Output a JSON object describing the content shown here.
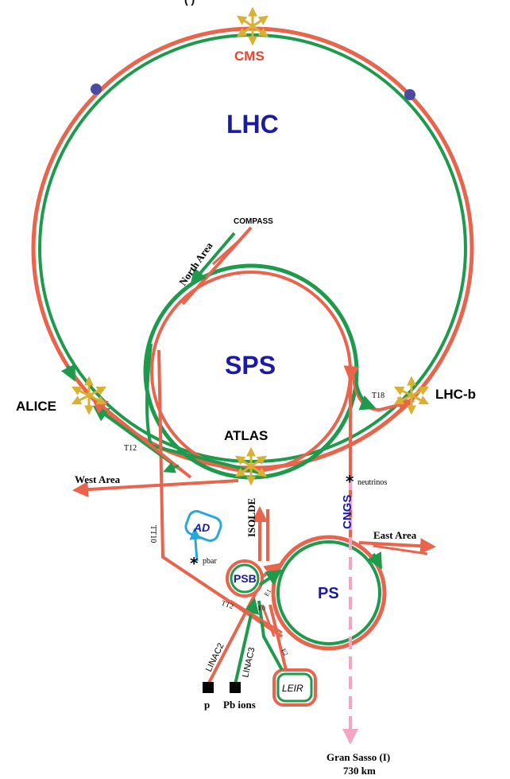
{
  "title_partial": "(                         )",
  "accelerators": {
    "lhc": "LHC",
    "sps": "SPS",
    "ps": "PS",
    "psb": "PSB",
    "ad": "AD",
    "leir": "LEIR"
  },
  "experiments": {
    "cms": "CMS",
    "alice": "ALICE",
    "atlas": "ATLAS",
    "lhcb": "LHC-b"
  },
  "areas": {
    "compass": "COMPASS",
    "north_area": "North Area",
    "west_area": "West Area",
    "east_area": "East Area",
    "isolde": "ISOLDE",
    "cngs": "CNGS",
    "neutrinos": "neutrinos",
    "pbar": "pbar"
  },
  "transfer_lines": {
    "t18": "T18",
    "t12": "T12",
    "tt10": "TT10",
    "tt2": "TT2",
    "e0": "E0",
    "e1": "E1",
    "e2": "E2",
    "linac2": "LINAC2",
    "linac3": "LINAC3"
  },
  "sources": {
    "p": "p",
    "pb": "Pb ions"
  },
  "destination": {
    "name": "Gran Sasso (I)",
    "distance": "730 km"
  },
  "colors": {
    "proton": "#e8644c",
    "ion": "#1d9a4c",
    "pbar": "#2aa6dc",
    "neutrino": "#f2a6c4",
    "interaction": "#d8b032",
    "label_blue": "#1a1aa6",
    "cms_red": "#e8442a",
    "marker_dot": "#4a4aa0"
  }
}
